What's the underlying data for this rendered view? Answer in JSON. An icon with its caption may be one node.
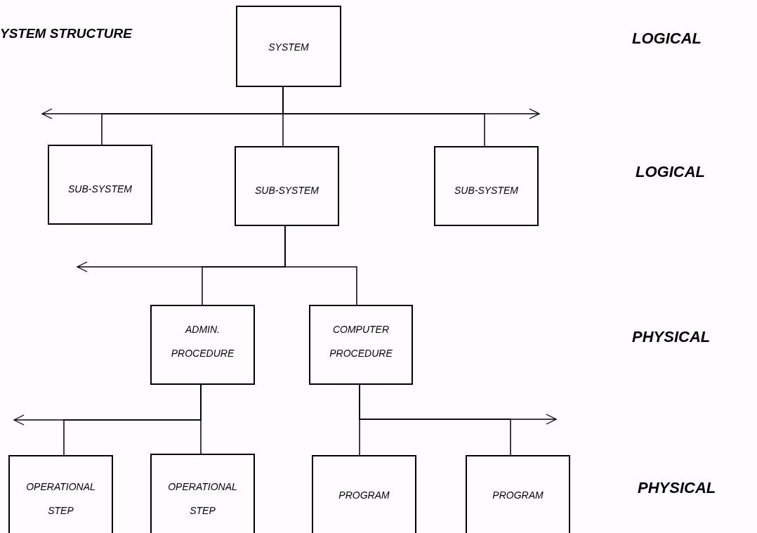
{
  "diagram": {
    "title": "YSTEM STRUCTURE",
    "nodes": [
      {
        "text": [
          "SYSTEM"
        ]
      },
      {
        "text": [
          "SUB-SYSTEM"
        ]
      },
      {
        "text": [
          "SUB-SYSTEM"
        ]
      },
      {
        "text": [
          "SUB-SYSTEM"
        ]
      },
      {
        "text": [
          "ADMIN. PROCEDURE"
        ]
      },
      {
        "text": [
          "COMPUTER PROCEDURE"
        ]
      },
      {
        "text": [
          "OPERATIONAL STEP"
        ]
      },
      {
        "text": [
          "OPERATIONAL STEP"
        ]
      },
      {
        "text": [
          "PROGRAM"
        ]
      },
      {
        "text": [
          "PROGRAM"
        ]
      }
    ],
    "edges": [
      {
        "from": 0,
        "to": null,
        "arrow": "to"
      },
      {
        "from": 0,
        "to": null,
        "arrow": "to"
      },
      {
        "from": 0,
        "to": 1,
        "arrow": "none"
      },
      {
        "from": 0,
        "to": 2,
        "arrow": "none"
      },
      {
        "from": 0,
        "to": 3,
        "arrow": "none"
      },
      {
        "from": 2,
        "to": null,
        "arrow": "to"
      },
      {
        "from": 2,
        "to": 4,
        "arrow": "none"
      },
      {
        "from": 2,
        "to": 5,
        "arrow": "none"
      },
      {
        "from": 4,
        "to": null,
        "arrow": "to"
      },
      {
        "from": 4,
        "to": 6,
        "arrow": "none"
      },
      {
        "from": 4,
        "to": 7,
        "arrow": "none"
      },
      {
        "from": 5,
        "to": 8,
        "arrow": "none"
      },
      {
        "from": 5,
        "to": 9,
        "arrow": "none"
      },
      {
        "from": 5,
        "to": null,
        "arrow": "to"
      }
    ],
    "labels": [
      "LOGICAL",
      "LOGICAL",
      "PHYSICAL",
      "PHYSICAL"
    ]
  }
}
